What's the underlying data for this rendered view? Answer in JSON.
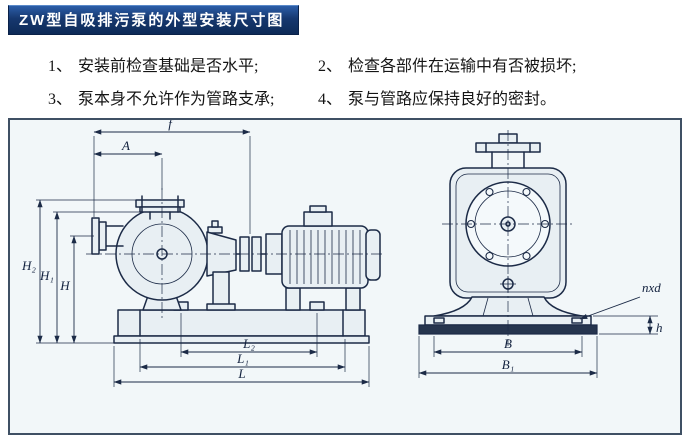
{
  "header": {
    "title": "ZW型自吸排污泵的外型安装尺寸图"
  },
  "notes": [
    {
      "num": "1、",
      "text": "安装前检查基础是否水平;"
    },
    {
      "num": "2、",
      "text": "检查各部件在运输中有否被损坏;"
    },
    {
      "num": "3、",
      "text": "泵本身不允许作为管路支承;"
    },
    {
      "num": "4、",
      "text": "泵与管路应保持良好的密封。"
    }
  ],
  "diagram": {
    "labels": {
      "f": "f",
      "A": "A",
      "H2": "H₂",
      "H1": "H₁",
      "H": "H",
      "L2": "L₂",
      "L1": "L₁",
      "L": "L",
      "B": "B",
      "B1": "B₁",
      "nxd": "nxd",
      "h": "h"
    },
    "colors": {
      "line": "#1c2b47",
      "panel_bg": "#f2f7f9",
      "header_bg": "#16386f"
    }
  }
}
